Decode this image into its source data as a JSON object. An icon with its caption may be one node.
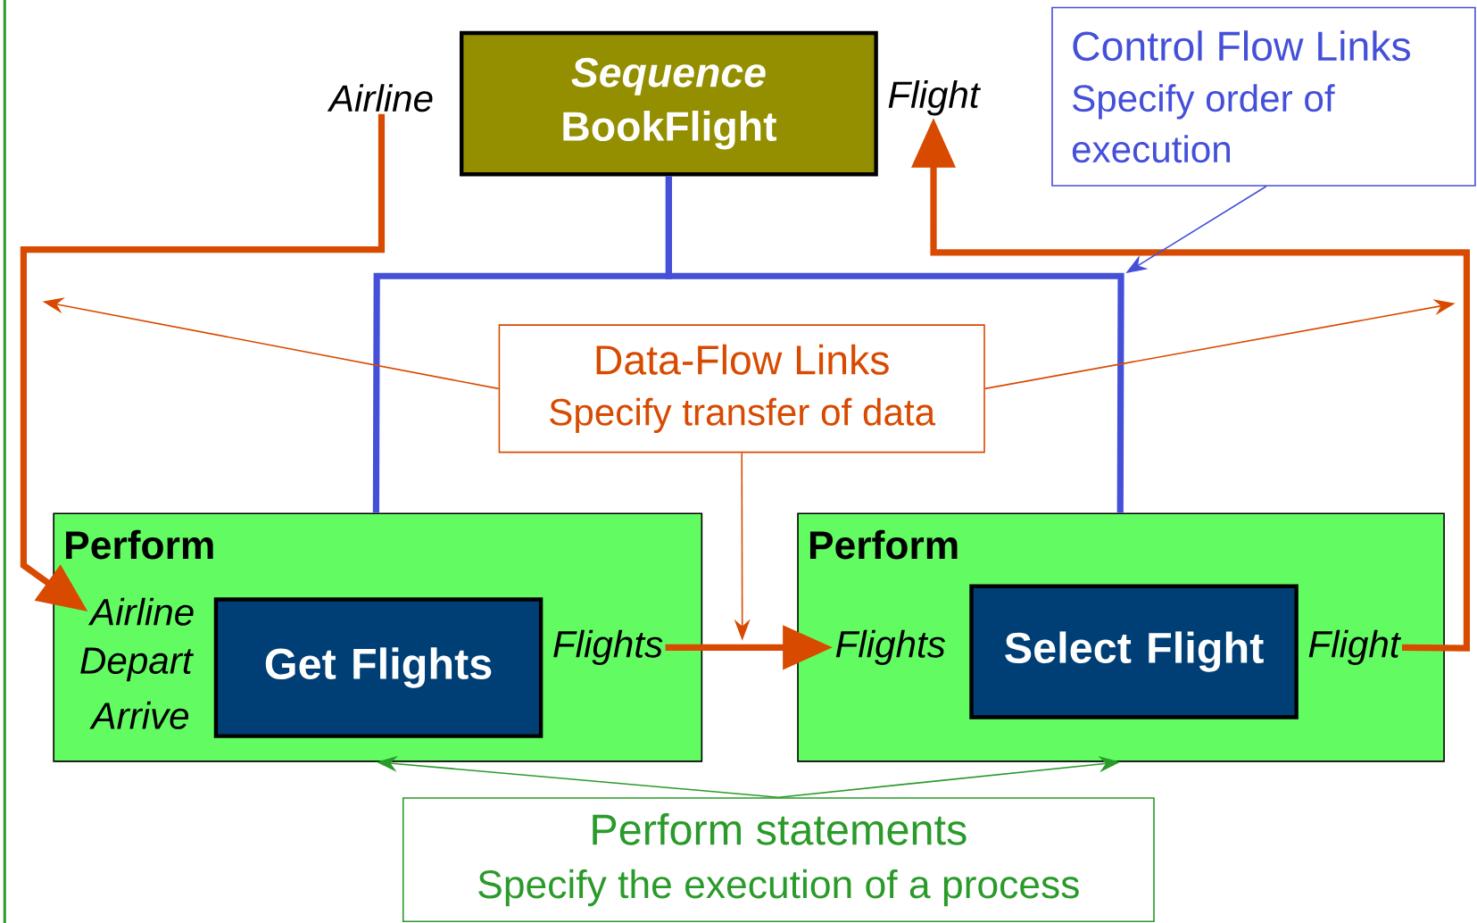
{
  "diagram": {
    "nodes": [
      {
        "text": [
          "Sequence",
          "BookFlight"
        ]
      },
      {
        "text": [
          "Airline"
        ]
      },
      {
        "text": [
          "Flight"
        ]
      },
      {
        "text": [
          "Control Flow Links",
          "Specify order of execution"
        ]
      },
      {
        "text": [
          "Data-Flow Links",
          "Specify transfer of data"
        ]
      },
      {
        "text": [
          "Perform"
        ]
      },
      {
        "text": [
          "Airline"
        ],
        "in": 5
      },
      {
        "text": [
          "Depart"
        ],
        "in": 5
      },
      {
        "text": [
          "Arrive"
        ],
        "in": 5
      },
      {
        "text": [
          "Get Flights"
        ],
        "in": 5
      },
      {
        "text": [
          "Flights"
        ],
        "in": 5
      },
      {
        "text": [
          "Perform"
        ]
      },
      {
        "text": [
          "Flights"
        ],
        "in": 11
      },
      {
        "text": [
          "Select Flight"
        ],
        "in": 11
      },
      {
        "text": [
          "Flight"
        ],
        "in": 11
      },
      {
        "text": [
          "Perform statements",
          "Specify the execution of a process"
        ]
      }
    ],
    "edges": [
      {
        "from": 0,
        "to": 5,
        "arrow": "none",
        "style": "thick",
        "color": "#4450d8"
      },
      {
        "from": 0,
        "to": 11,
        "arrow": "none",
        "style": "thick",
        "color": "#4450d8"
      },
      {
        "from": 1,
        "to": 6,
        "arrow": "to",
        "style": "thick",
        "color": "#d84a00"
      },
      {
        "from": 10,
        "to": 12,
        "arrow": "to",
        "style": "thick",
        "color": "#d84a00"
      },
      {
        "from": 14,
        "to": 2,
        "arrow": "to",
        "style": "thick",
        "color": "#d84a00"
      },
      {
        "from": 3,
        "to": null,
        "arrow": "to",
        "color": "#4450d8"
      },
      {
        "from": 4,
        "to": null,
        "arrow": "to",
        "color": "#d84a00"
      },
      {
        "from": 4,
        "to": null,
        "arrow": "to",
        "color": "#d84a00"
      },
      {
        "from": 4,
        "to": null,
        "arrow": "to",
        "color": "#d84a00"
      },
      {
        "from": 15,
        "to": 5,
        "arrow": "to",
        "color": "#2a9a2a"
      },
      {
        "from": 15,
        "to": 11,
        "arrow": "to",
        "color": "#2a9a2a"
      }
    ]
  }
}
